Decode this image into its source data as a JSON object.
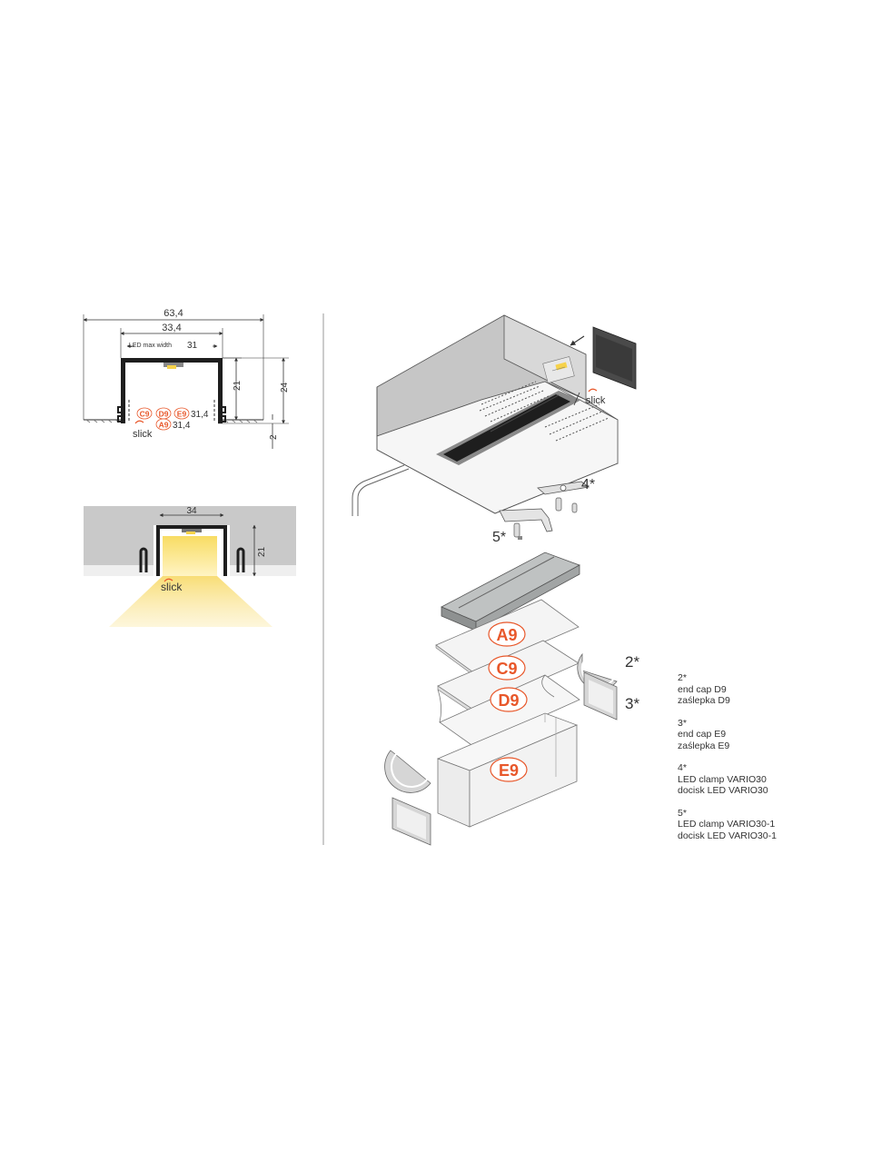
{
  "profile_section": {
    "dim_total_width": "63,4",
    "dim_inner_width": "33,4",
    "led_label": "LED max width",
    "led_value": "31",
    "dim_height_inner": "21",
    "dim_height_total": "24",
    "dim_flange": "2",
    "row1_badges": [
      "C9",
      "D9",
      "E9"
    ],
    "row1_value": "31,4",
    "row2_badge": "A9",
    "row2_value": "31,4",
    "brand": "slick"
  },
  "install_section": {
    "dim_width": "34",
    "dim_height": "21",
    "brand": "slick"
  },
  "exploded_view": {
    "brand": "slick",
    "callout_4": "4*",
    "callout_5": "5*",
    "callout_2": "2*",
    "callout_3": "3*",
    "diffusers": [
      "A9",
      "C9",
      "D9",
      "E9"
    ]
  },
  "legend": [
    {
      "num": "2*",
      "en": "end cap D9",
      "pl": "zaślepka D9"
    },
    {
      "num": "3*",
      "en": "end cap E9",
      "pl": "zaślepka E9"
    },
    {
      "num": "4*",
      "en": "LED clamp VARIO30",
      "pl": "docisk LED VARIO30"
    },
    {
      "num": "5*",
      "en": "LED clamp VARIO30-1",
      "pl": "docisk LED VARIO30-1"
    }
  ],
  "colors": {
    "accent": "#e8572a",
    "profile": "#1e1e1e",
    "wall": "#c9c9c9",
    "light": "#f6d24a"
  }
}
